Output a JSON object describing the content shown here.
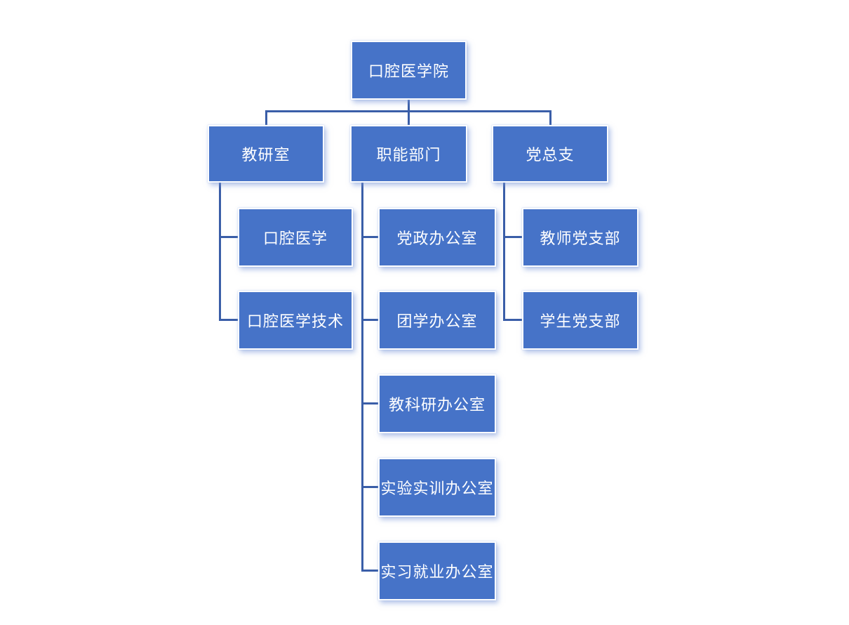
{
  "org_chart": {
    "title": "organization-structure",
    "root": {
      "label": "口腔医学院"
    },
    "branches": [
      {
        "label": "教研室",
        "children": [
          {
            "label": "口腔医学"
          },
          {
            "label": "口腔医学技术"
          }
        ]
      },
      {
        "label": "职能部门",
        "children": [
          {
            "label": "党政办公室"
          },
          {
            "label": "团学办公室"
          },
          {
            "label": "教科研办公室"
          },
          {
            "label": "实验实训办公室"
          },
          {
            "label": "实习就业办公室"
          }
        ]
      },
      {
        "label": "党总支",
        "children": [
          {
            "label": "教师党支部"
          },
          {
            "label": "学生党支部"
          }
        ]
      }
    ],
    "colors": {
      "node_fill": "#4673C8",
      "node_border": "#FCFDFE",
      "connector": "#3A5EA8",
      "text": "#FFFFFF",
      "background": "#FFFFFF"
    }
  }
}
